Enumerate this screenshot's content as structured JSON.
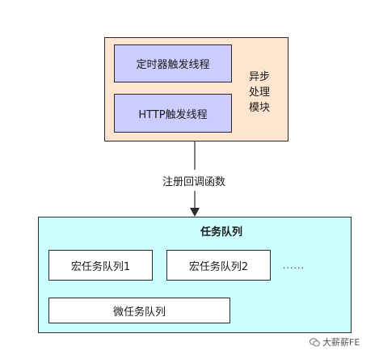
{
  "diagram": {
    "async_module": {
      "label": "异步处理模块",
      "timer_thread": "定时器触发线程",
      "http_thread": "HTTP触发线程"
    },
    "arrow_label": "注册回调函数",
    "task_queue": {
      "title": "任务队列",
      "macro_queue_1": "宏任务队列1",
      "macro_queue_2": "宏任务队列2",
      "ellipsis": "......",
      "micro_queue": "微任务队列"
    },
    "watermark": "大薪薪FE"
  },
  "colors": {
    "async_module_fill": "#fde5cf",
    "thread_fill": "#ccccff",
    "task_queue_fill": "#ccffff",
    "sub_queue_fill": "#ffffff",
    "stroke": "#2b2b2b"
  }
}
